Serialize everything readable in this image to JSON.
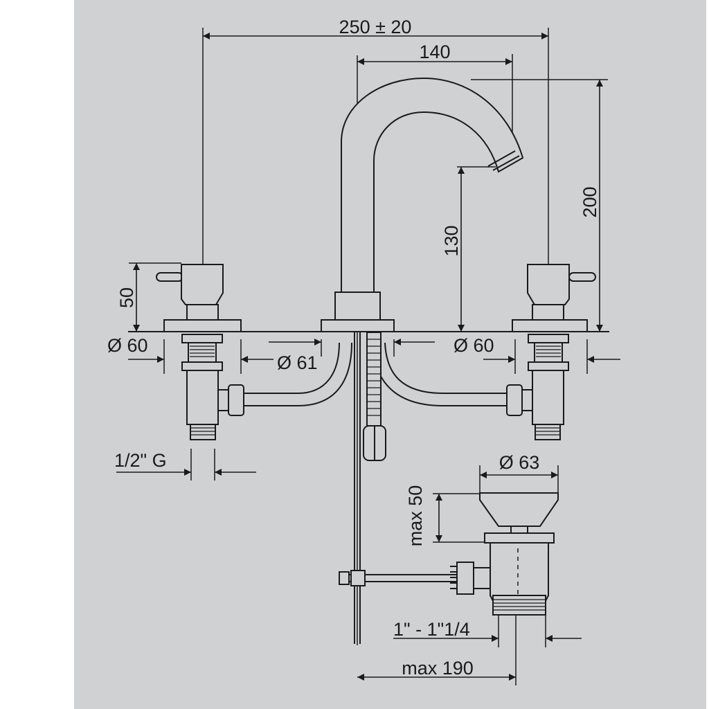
{
  "drawing": {
    "dimensions": {
      "overall_width": "250 ± 20",
      "spout_reach": "140",
      "total_height": "200",
      "spout_height": "130",
      "handle_height": "50",
      "handle_base_left": "Ø 60",
      "handle_base_right": "Ø 60",
      "spout_base": "Ø 61",
      "inlet_thread": "1/2\" G",
      "drain_diameter": "Ø 63",
      "drain_height": "max 50",
      "drain_thread": "1\" - 1\"1/4",
      "drain_rod": "max 190"
    }
  }
}
